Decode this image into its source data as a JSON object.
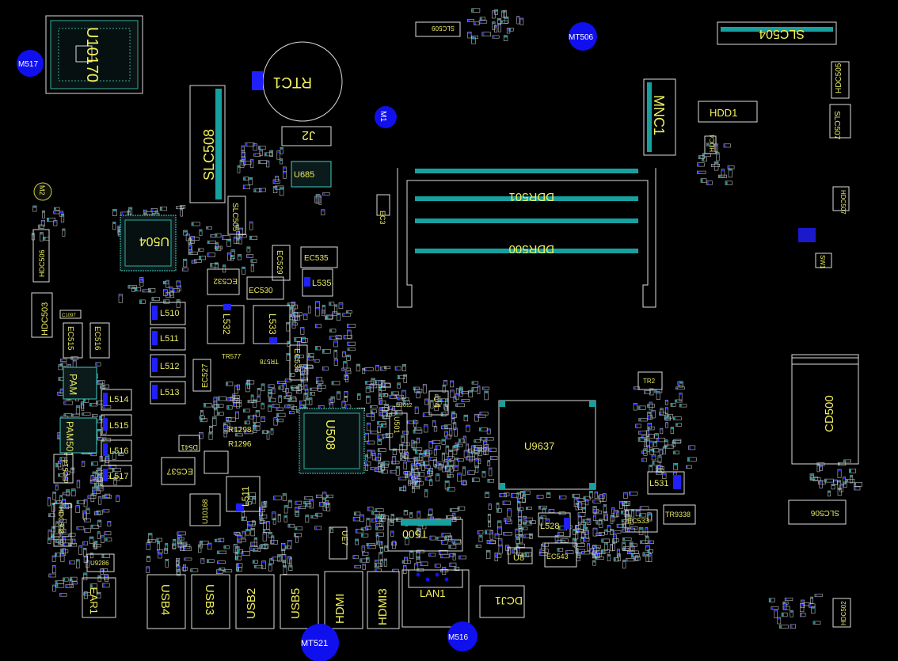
{
  "colors": {
    "background": "#000000",
    "silkscreen": "#f2f25a",
    "outline": "#dcdcdc",
    "pad": "#18a0a0",
    "mounting_hole": "#1010ee"
  },
  "board": {
    "mounting_holes": [
      "M517",
      "MT506",
      "M1",
      "M2",
      "MT521",
      "M516"
    ],
    "components": {
      "u10170": "U10170",
      "rtc1": "RTC1",
      "j2": "J2",
      "u685": "U685",
      "slc508": "SLC508",
      "slc509": "SLC509",
      "slc504": "SLC504",
      "mnc1": "MNC1",
      "hdd1": "HDD1",
      "hdc505": "HDC505",
      "slc507": "SLC507",
      "hdc504": "HDC4",
      "hdc507": "HDC507",
      "ddr501": "DDR501",
      "ddr500": "DDR500",
      "ec3": "EC3",
      "u504": "U504",
      "slc505": "SLC505",
      "l535": "L535",
      "ec535": "EC535",
      "ec529": "EC529",
      "ec530": "EC530",
      "ec532": "EC532",
      "l510": "L510",
      "l511": "L511",
      "l512": "L512",
      "l513": "L513",
      "l514": "L514",
      "l515": "L515",
      "l516": "L516",
      "l517": "L517",
      "l532": "L532",
      "l533": "L533",
      "ec527": "EC527",
      "ec536": "EC536",
      "tr577": "TR577",
      "tr578": "TR578",
      "pam": "PAM",
      "pam2": "PAM501",
      "ec516": "EC516",
      "ec515": "EC515",
      "ec514": "EC514",
      "hdc506": "HDC506",
      "hdc508": "HDC508",
      "hdc503": "HDC503",
      "c1097": "C1097",
      "u508": "U508",
      "u501": "U501",
      "u1012": "U1012",
      "r1298": "R1298",
      "r1296": "R1296",
      "d541": "D541",
      "ec537": "EC537",
      "ec538": "EC538",
      "l511b": "L511",
      "u10168": "U10168",
      "u9637": "U9637",
      "cd500": "CD500",
      "l531": "L531",
      "tr9338": "TR9338",
      "ec533": "EC533",
      "l528": "L528",
      "ec543": "EC543",
      "u8": "U8",
      "t500": "T500",
      "lan1": "LAN1",
      "dcj1": "DCJ1",
      "slc506": "SLC506",
      "hdc502": "HDC502",
      "usb4": "USB4",
      "usb3": "USB3",
      "usb2": "USB2",
      "usb5": "USB5",
      "hdmi": "HDMI",
      "hdmi3": "HDMI3",
      "ear1": "EAR1",
      "u9286": "U9286",
      "ue7": "UE7",
      "sw1": "SW1",
      "tr2": "TR2",
      "u4": "U4"
    }
  }
}
